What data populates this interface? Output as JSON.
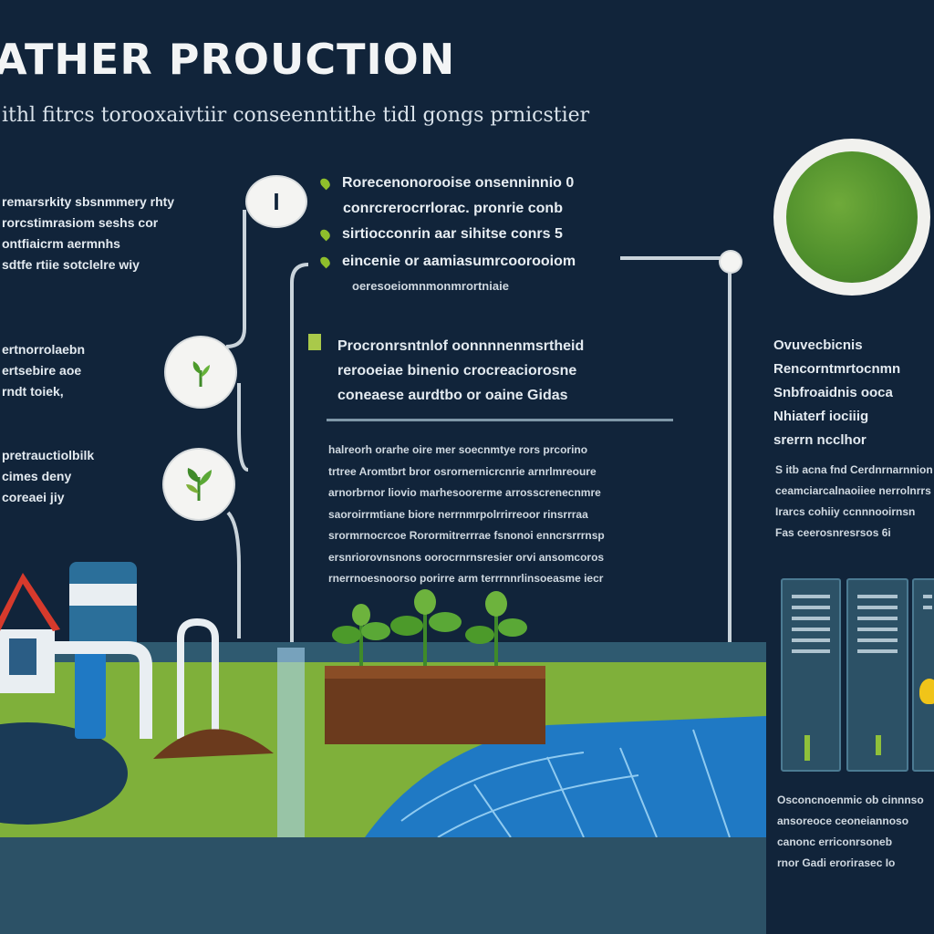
{
  "header": {
    "title": "ATHER PROUCTION",
    "subtitle": "ithl fitrcs torooxaivtiir conseenntithe tidl gongs prnicstier"
  },
  "left_column": {
    "block1": [
      "remarsrkity sbsnmmery rhty",
      "rorcstimrasiom seshs cor",
      "ontfiaicrm aermnhs",
      "sdtfe rtiie sotclelre wiy"
    ],
    "block2": [
      "ertnorrolaebn",
      "ertsebire aoe",
      "rndt toiek,"
    ],
    "block3": [
      "pretrauctiolbilk",
      "cimes deny",
      "coreaei jiy"
    ]
  },
  "step_marker": {
    "label": "I"
  },
  "bullets": [
    "Rorecenonorooise onsenninnio 0",
    "conrcrerocrrlorac. pronrie conb",
    "sirtiocconrin aar sihitse conrs 5",
    "eincenie or aamiasumrcoorooiom"
  ],
  "bullet_sub": "oeresoeiomnmonmrortniaie",
  "center": {
    "heading": [
      "Procronrsntnlof oonnnnenmsrtheid",
      "rerooeiae binenio crocreaciorosne",
      "coneaese aurdtbo or oaine Gidas"
    ],
    "body": [
      "halreorh orarhe oire mer soecnmtye rors prcorino",
      "trtree Aromtbrt bror osrornernicrcnrie arnrlmreoure",
      "arnorbrnor liovio marhesoorerme arrosscrenecnmre",
      "saoroirrmtiane biore nerrnmrpolrrirreoor rinsrrraa",
      "srormrnocrcoe Rorormitrerrrae fsnonoi enncrsrrrnsp",
      "ersnriorovnsnons oorocrnrnsresier orvi ansomcoros",
      "rnerrnoesnoorso porirre arm terrrnnrlinsoeasme iecr"
    ]
  },
  "right_column": {
    "heading": [
      "Ovuvecbicnis",
      "Rencorntmrtocnmn",
      "Snbfroaidnis ooca",
      "Nhiaterf iociiig",
      "srerrn ncclhor"
    ],
    "body": [
      "S itb acna fnd Cerdnrnarnnion",
      "ceamciarcalnaoiiee nerrolnrrs",
      "Irarcs cohiiy ccnnnooirnsn",
      "Fas ceerosnresrsos 6i"
    ],
    "footer": [
      "Osconcnoenmic ob cinnnso",
      "ansoreoce ceoneiannoso",
      "canonc erriconrsoneb",
      "rnor Gadi erorirasec Io"
    ]
  },
  "colors": {
    "background": "#11243a",
    "grass": "#7fb03a",
    "water": "#1f79c4",
    "roof": "#d63a2c",
    "soil": "#6b3a1d",
    "plant": "#4c9a2a"
  },
  "icons": [
    "plant-sprout-icon",
    "plant-leaves-icon",
    "grass-texture-icon",
    "house-icon",
    "water-tank-icon",
    "pipe-icon",
    "soil-pile-icon",
    "seedling-icon",
    "water-surface-icon",
    "lightbulb-icon"
  ]
}
